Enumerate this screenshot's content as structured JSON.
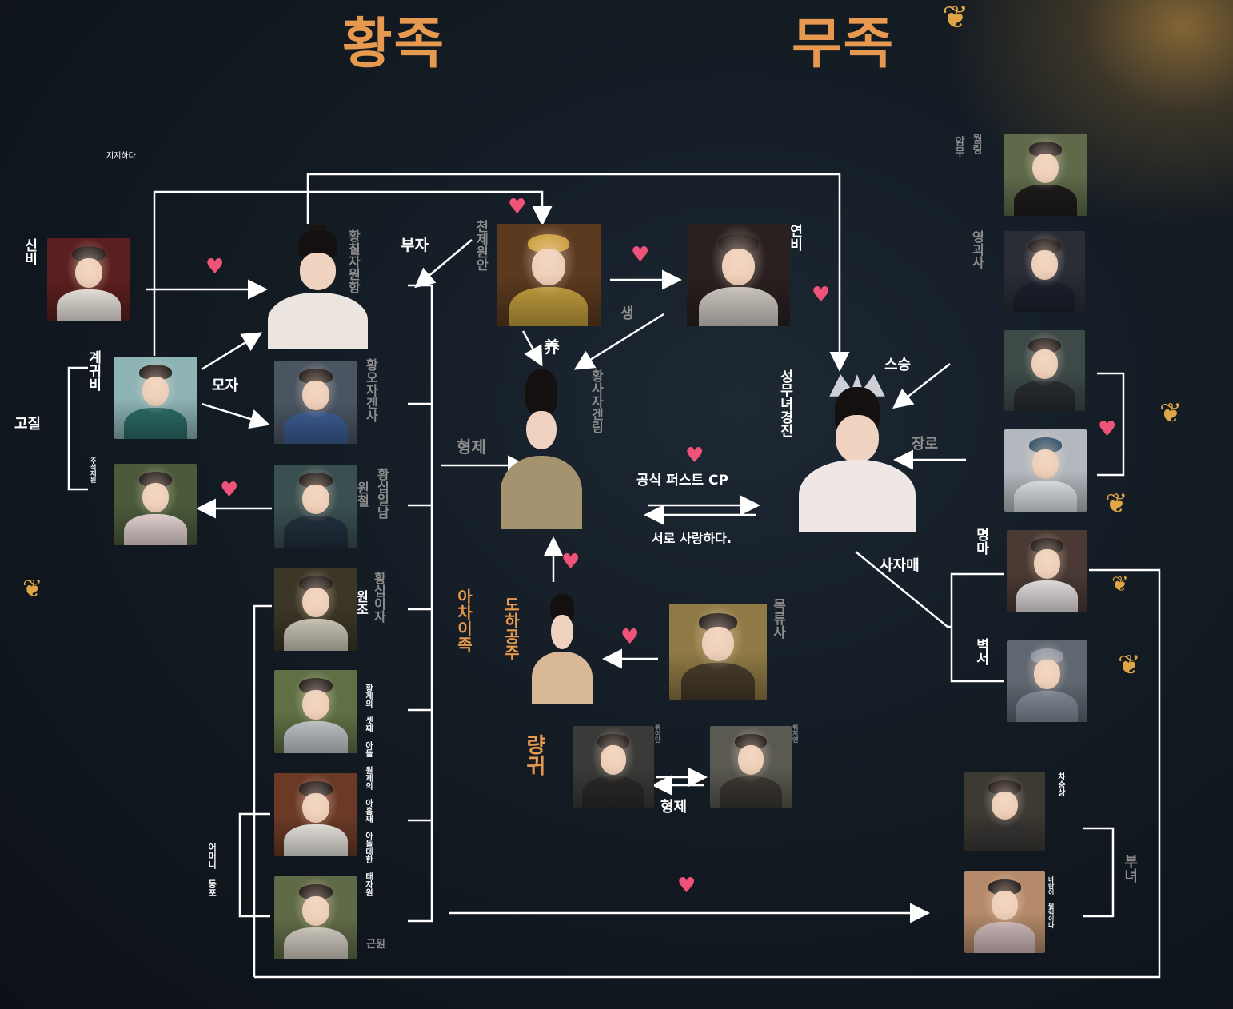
{
  "titles": {
    "royal": "황족",
    "witch": "무족"
  },
  "relations": {
    "support": "지지하다",
    "father_son": "부자",
    "mother_son": "모자",
    "niece": "고질",
    "birth": "생",
    "adopt": "养",
    "brothers": "형제",
    "official_cp": "공식 퍼스트 CP",
    "mutual_love": "서로 사랑하다.",
    "master": "스승",
    "elder": "장로",
    "sisters": "사자매",
    "brothers_bottom": "형제",
    "same_mother": "어머니 동포",
    "father_daughter": "부녀"
  },
  "characters": {
    "shin_bi": "신비",
    "gye_gwi_bi": "계귀비",
    "ju_seok_je_won": "주석제원",
    "hwang_chil_ja": "황칠자원항",
    "hwang_o_ja": "황오자겐사",
    "hwang_sip_il": "황십일남",
    "won_cheol": "원철",
    "hwang_sip_i": "황십이자",
    "won_jo": "원조",
    "third_son": "황제의 셋째 아들 원제의 아홉째 아들대한 태자원",
    "geun_won": "근원",
    "cheonje": "천제원안",
    "yeon_bi": "연비",
    "hwang_sa_ja": "황사자겐링",
    "seong_mu_nyeo": "성무녀경진",
    "acha_clan": "아차이족",
    "doha_princess": "도하공주",
    "mok_ryu_sa": "목류사",
    "ryang_gwi": "량귀",
    "small_left": "뤄이단",
    "small_right": "뤄지엔",
    "wol_ring": "월링",
    "am_mu": "암무",
    "yeong_goe_sa": "영괴사",
    "myeong_ma": "명마",
    "byeok_seo": "벽서",
    "cha_seung_sang": "차승상",
    "daughter_small": "바람이 펄럭이다"
  }
}
